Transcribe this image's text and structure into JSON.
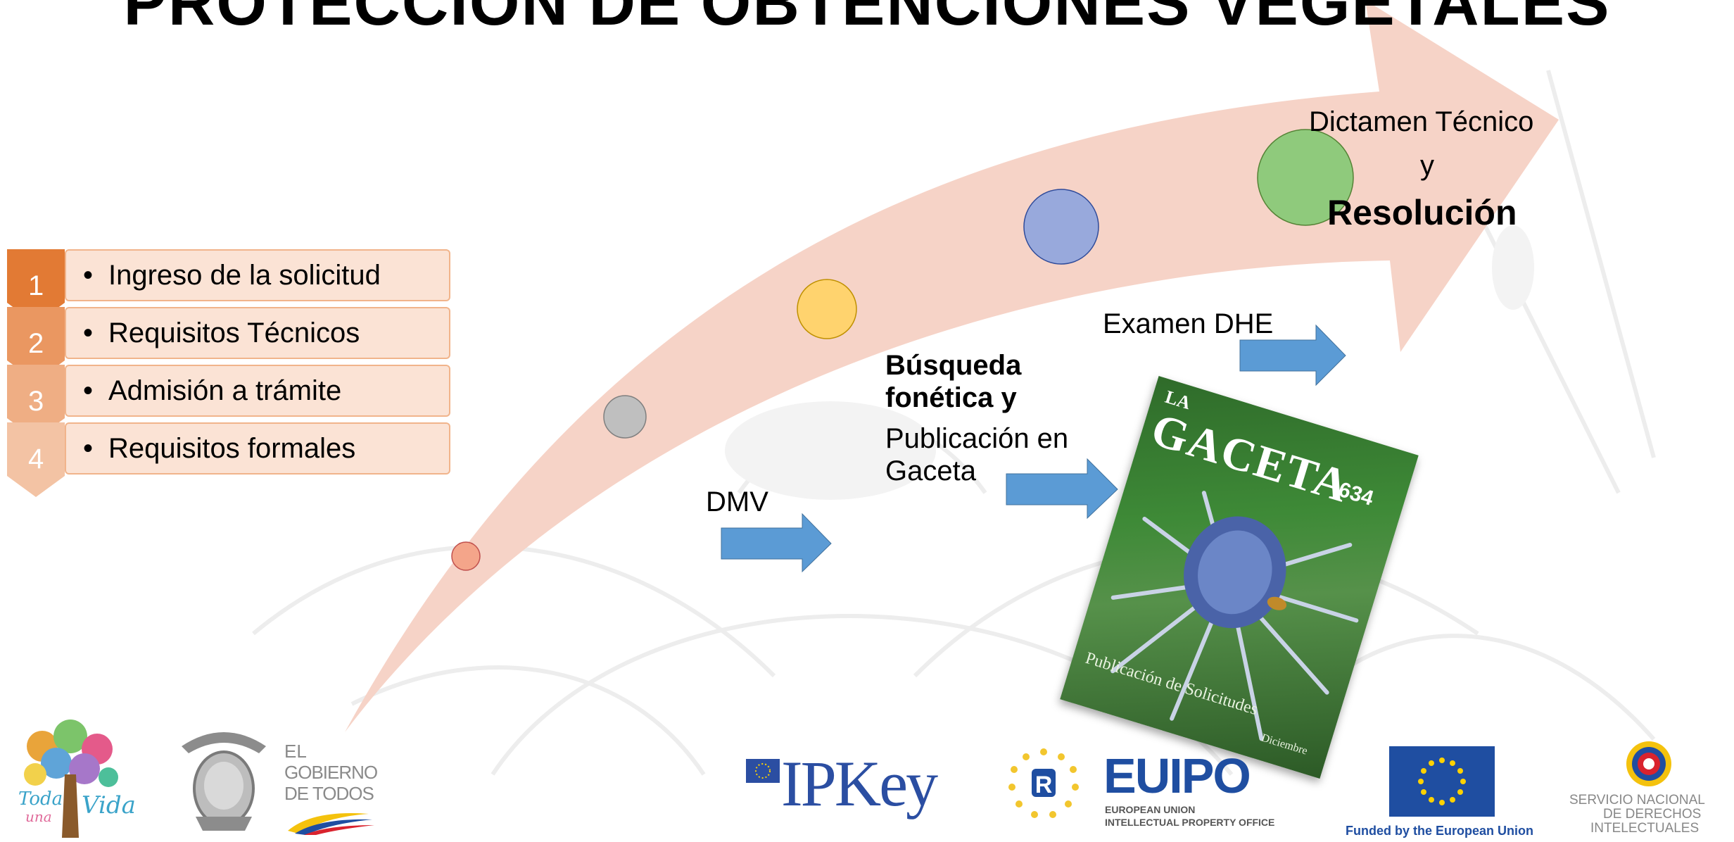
{
  "title": "PROTECCIÓN DE OBTENCIONES VEGETALES",
  "steps": [
    {
      "number": "1",
      "label": "Ingreso de la solicitud"
    },
    {
      "number": "2",
      "label": "Requisitos Técnicos"
    },
    {
      "number": "3",
      "label": "Admisión a trámite"
    },
    {
      "number": "4",
      "label": "Requisitos formales"
    }
  ],
  "process_labels": {
    "dmv": "DMV",
    "busqueda_1": "Búsqueda",
    "busqueda_2": "fonética y",
    "publicacion_1": "Publicación en",
    "publicacion_2": "Gaceta",
    "examen": "Examen DHE",
    "dictamen": "Dictamen Técnico",
    "y": "y",
    "resolucion": "Resolución"
  },
  "gaceta": {
    "la": "LA",
    "name": "GACETA",
    "number": "634",
    "subtitle": "Publicación de Solicitudes",
    "month": "Diciembre"
  },
  "logos": {
    "toda_una_vida_1": "Toda",
    "toda_una_vida_2": "una",
    "toda_una_vida_3": "Vida",
    "gobierno_1": "EL",
    "gobierno_2": "GOBIERNO",
    "gobierno_3": "DE TODOS",
    "ipkey": "IPKey",
    "euipo": "EUIPO",
    "euipo_sub_1": "EUROPEAN UNION",
    "euipo_sub_2": "INTELLECTUAL PROPERTY OFFICE",
    "eu_funded": "Funded by the European Union",
    "senadi_1": "SERVICIO NACIONAL",
    "senadi_2": "DE DERECHOS",
    "senadi_3": "INTELECTUALES"
  },
  "colors": {
    "arrow": "#f6d3c7",
    "step_dark": "#e27a34",
    "step_box": "#fbe3d5",
    "blue_arrow": "#5b9bd5",
    "circle_red": "#f4a58a",
    "circle_gray": "#bfbfbf",
    "circle_yellow": "#ffd36e",
    "circle_blue": "#98a9dc",
    "circle_green": "#8fca7c"
  }
}
